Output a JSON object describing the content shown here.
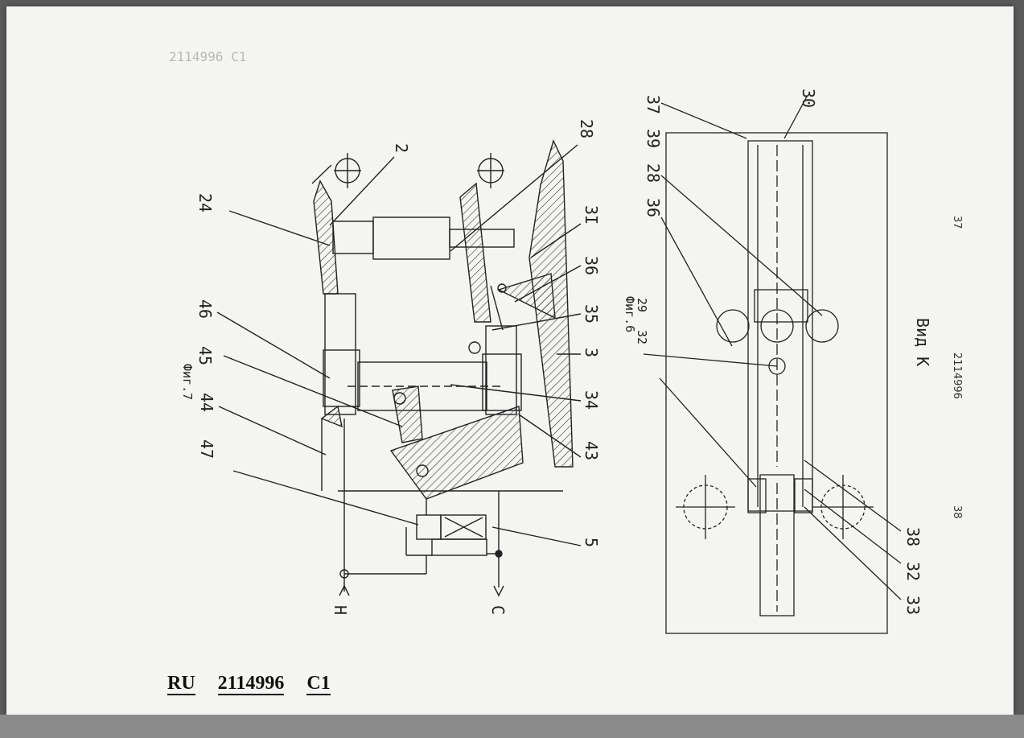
{
  "header": {
    "page_left": "37",
    "page_right": "38",
    "doc_number_rotated": "2114996",
    "faint_bleed": "2114996 C1"
  },
  "fig6": {
    "caption": "Фиг.6",
    "view_label": "Вид К",
    "labels": {
      "l37": "37",
      "l30": "30",
      "l39": "39",
      "l28": "28",
      "l36": "36",
      "l29": "29",
      "l32a": "32",
      "l38": "38",
      "l32b": "32",
      "l33": "33"
    }
  },
  "fig7": {
    "caption": "Фиг.7",
    "labels": {
      "l2": "2",
      "l28": "28",
      "l24": "24",
      "l31": "3I",
      "l36": "36",
      "l35": "35",
      "l3": "3",
      "l34": "34",
      "l43": "43",
      "l46": "46",
      "l45": "45",
      "l44": "44",
      "l47": "47",
      "l5": "5",
      "lH": "H",
      "lC": "C"
    }
  },
  "footer": {
    "country": "RU",
    "number": "2114996",
    "kind": "C1"
  }
}
